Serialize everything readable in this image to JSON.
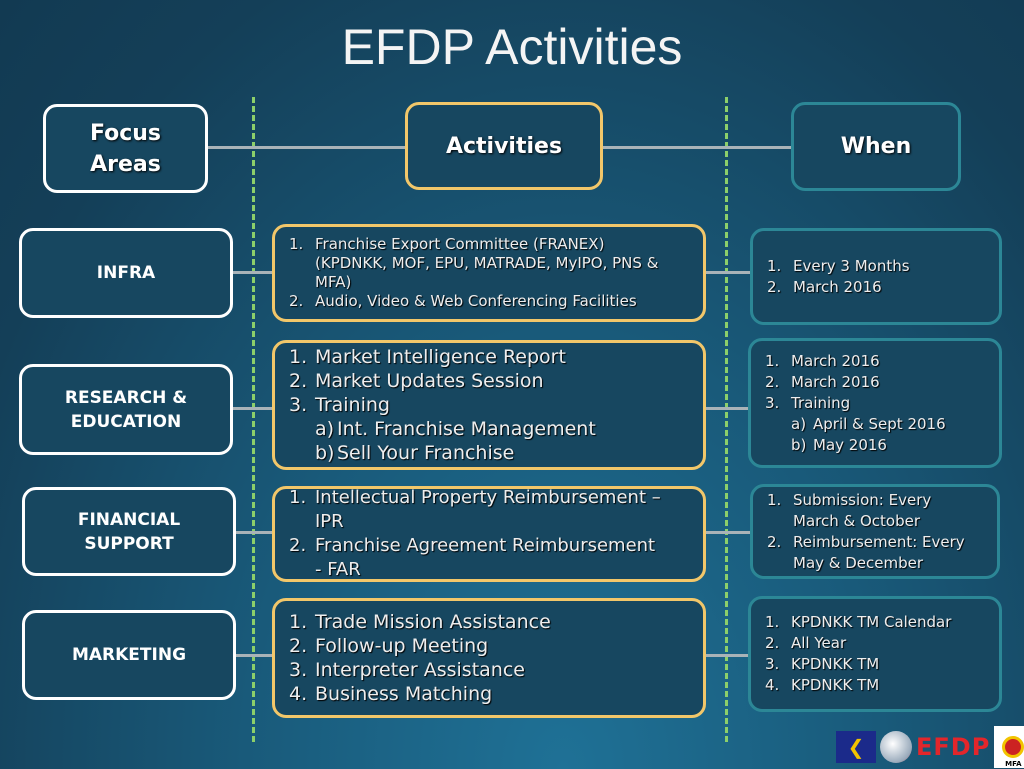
{
  "title": "EFDP Activities",
  "headers": {
    "focus": "Focus\nAreas",
    "activities": "Activities",
    "when": "When"
  },
  "rows": [
    {
      "focus": "INFRA",
      "activities": [
        {
          "num": "1.",
          "text": "Franchise Export Committee (FRANEX)"
        },
        {
          "text": "(KPDNKK, MOF, EPU, MATRADE, MyIPO, PNS &"
        },
        {
          "text": "MFA)"
        },
        {
          "num": "2.",
          "text": "Audio, Video & Web Conferencing Facilities"
        }
      ],
      "when": [
        {
          "num": "1.",
          "text": "Every 3 Months"
        },
        {
          "text": " "
        },
        {
          "num": "2.",
          "text": "March 2016"
        }
      ]
    },
    {
      "focus": "RESEARCH &\nEDUCATION",
      "activities": [
        {
          "num": "1.",
          "text": "Market Intelligence Report"
        },
        {
          "num": "2.",
          "text": "Market Updates Session"
        },
        {
          "num": "3.",
          "text": "Training"
        },
        {
          "num": "a)",
          "text": "Int. Franchise  Management",
          "sub": true
        },
        {
          "num": "b)",
          "text": "Sell Your Franchise",
          "sub": true
        }
      ],
      "when": [
        {
          "num": "1.",
          "text": "March 2016"
        },
        {
          "num": "2.",
          "text": "March 2016"
        },
        {
          "num": "3.",
          "text": "Training"
        },
        {
          "num": "a)",
          "text": "April & Sept 2016",
          "sub": true
        },
        {
          "num": "b)",
          "text": "May 2016",
          "sub": true
        }
      ]
    },
    {
      "focus": "FINANCIAL\nSUPPORT",
      "activities": [
        {
          "num": "1.",
          "text": "Intellectual Property Reimbursement –"
        },
        {
          "text": "IPR"
        },
        {
          "num": "2.",
          "text": "Franchise Agreement Reimbursement"
        },
        {
          "text": "- FAR"
        }
      ],
      "when": [
        {
          "num": "1.",
          "text": "Submission: Every"
        },
        {
          "text": "March & October"
        },
        {
          "num": "2.",
          "text": "Reimbursement: Every"
        },
        {
          "text": "May & December"
        }
      ]
    },
    {
      "focus": "MARKETING",
      "activities": [
        {
          "num": "1.",
          "text": "Trade Mission Assistance"
        },
        {
          "num": "2.",
          "text": "Follow-up Meeting"
        },
        {
          "num": "3.",
          "text": "Interpreter Assistance"
        },
        {
          "num": "4.",
          "text": "Business Matching"
        }
      ],
      "when": [
        {
          "num": "1.",
          "text": "KPDNKK TM Calendar"
        },
        {
          "num": "2.",
          "text": "All Year"
        },
        {
          "num": "3.",
          "text": "KPDNKK TM"
        },
        {
          "num": "4.",
          "text": "KPDNKK TM"
        }
      ]
    }
  ],
  "logos": {
    "efdp": "EFDP",
    "mfa": "MFA"
  },
  "colors": {
    "activities_border": "#f2c76a",
    "when_border": "#2c8796",
    "guide": "#8ccf6a"
  }
}
